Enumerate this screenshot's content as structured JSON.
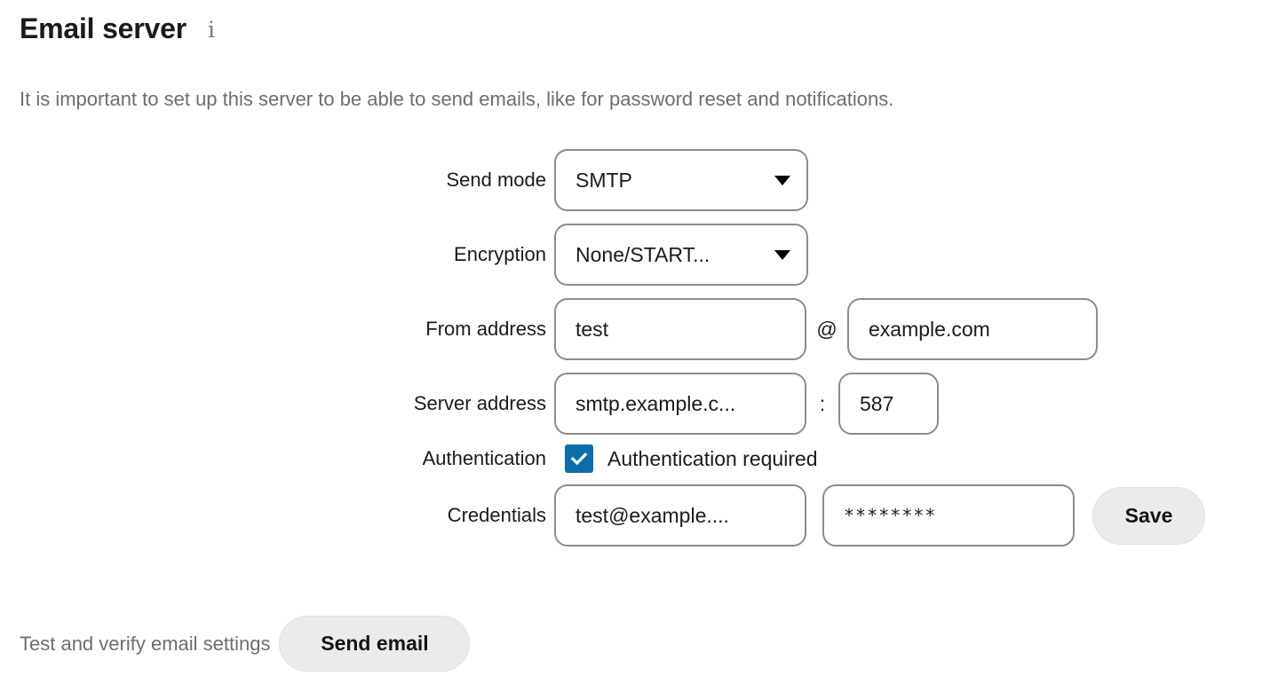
{
  "header": {
    "title": "Email server",
    "info_icon": "info-icon",
    "subtitle": "It is important to set up this server to be able to send emails, like for password reset and notifications."
  },
  "form": {
    "send_mode": {
      "label": "Send mode",
      "value": "SMTP",
      "caret": "chevron-down-icon"
    },
    "encryption": {
      "label": "Encryption",
      "value": "None/START...",
      "caret": "chevron-down-icon"
    },
    "from_address": {
      "label": "From address",
      "user_value": "test",
      "separator": "@",
      "domain_value": "example.com"
    },
    "server_address": {
      "label": "Server address",
      "host_value": "smtp.example.c...",
      "separator": ":",
      "port_value": "587"
    },
    "authentication": {
      "label": "Authentication",
      "checkbox_checked": true,
      "checkbox_label": "Authentication required"
    },
    "credentials": {
      "label": "Credentials",
      "username_value": "test@example....",
      "password_value": "********",
      "save_label": "Save"
    }
  },
  "footer": {
    "test_label": "Test and verify email settings",
    "send_email_label": "Send email"
  },
  "colors": {
    "accent_blue": "#0c6ea8",
    "field_border": "#8c8c8c",
    "button_bg": "#ebebeb",
    "muted_text": "#6e6e6e",
    "text": "#1b1b1b"
  }
}
